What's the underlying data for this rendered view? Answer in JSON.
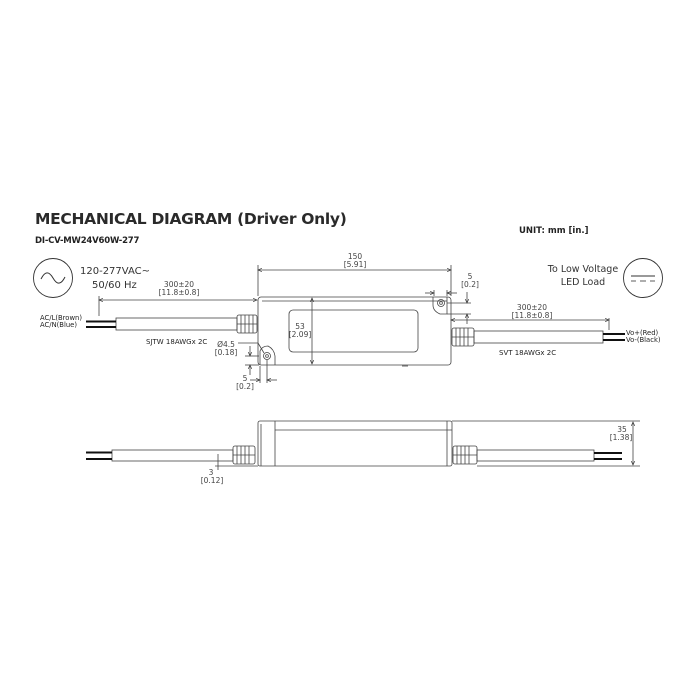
{
  "header": {
    "title": "MECHANICAL DIAGRAM (Driver Only)",
    "model": "DI-CV-MW24V60W-277",
    "unit": "UNIT: mm [in.]"
  },
  "input": {
    "icon": "ac-sine-icon",
    "voltage": "120-277VAC~",
    "frequency": "50/60 Hz",
    "wire_l": "AC/L(Brown)",
    "wire_n": "AC/N(Blue)",
    "cable": "SJTW 18AWGx  2C",
    "length_mm": "300±20",
    "length_in": "[11.8±0.8]"
  },
  "output": {
    "icon": "dc-icon",
    "label_line1": "To Low Voltage",
    "label_line2": "LED Load",
    "wire_pos": "Vo+(Red)",
    "wire_neg": "Vo-(Black)",
    "cable": "SVT 18AWGx  2C",
    "length_mm": "300±20",
    "length_in": "[11.8±0.8]"
  },
  "dimensions": {
    "length_mm": "150",
    "length_in": "[5.91]",
    "width_mm": "53",
    "width_in": "[2.09]",
    "tab_top_mm": "5",
    "tab_top_in": "[0.2]",
    "tab_bottom_mm": "5",
    "tab_bottom_in": "[0.2]",
    "hole_mm": "Ø4.5",
    "hole_in": "[0.18]",
    "height_mm": "35",
    "height_in": "[1.38]",
    "base_offset_mm": "3",
    "base_offset_in": "[0.12]"
  }
}
